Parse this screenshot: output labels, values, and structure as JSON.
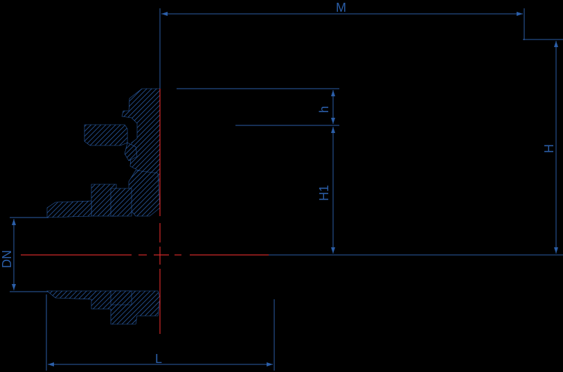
{
  "diagram": {
    "colors": {
      "background": "#000000",
      "dimension": "#2b5ea8",
      "centerline": "#d42a2a"
    },
    "labels": {
      "M": "M",
      "H": "H",
      "h": "h",
      "H1": "H1",
      "DN": "DN",
      "L": "L"
    }
  }
}
